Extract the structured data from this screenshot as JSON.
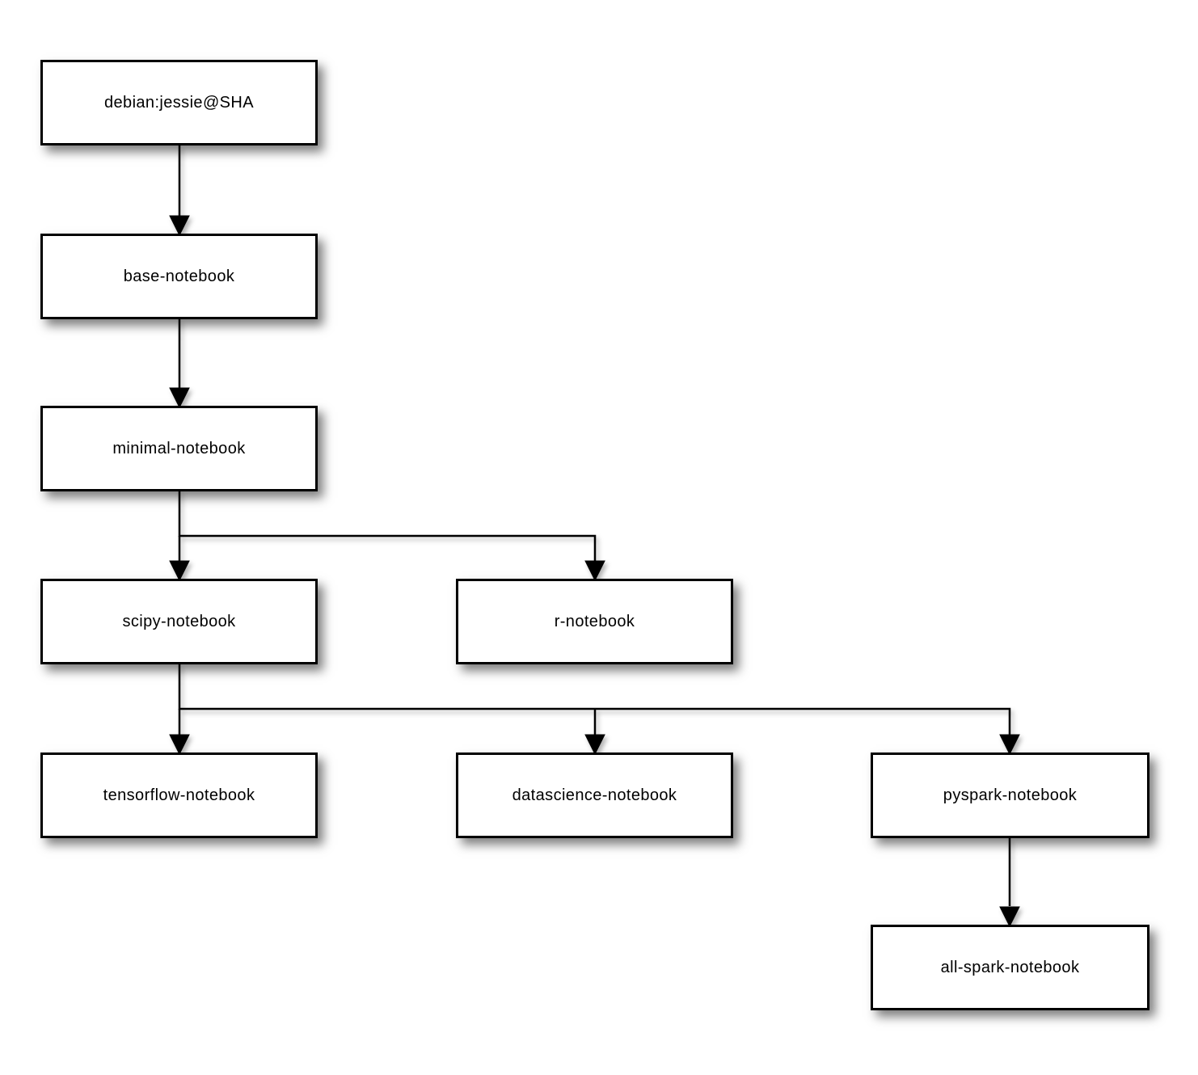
{
  "diagram": {
    "type": "tree",
    "background_color": "#ffffff",
    "node_fill_color": "#ffffff",
    "node_border_color": "#000000",
    "text_color": "#000000",
    "connector_color": "#000000",
    "nodes": [
      {
        "id": "debian-jessie",
        "label": "debian:jessie@SHA"
      },
      {
        "id": "base-notebook",
        "label": "base-notebook"
      },
      {
        "id": "minimal-notebook",
        "label": "minimal-notebook"
      },
      {
        "id": "scipy-notebook",
        "label": "scipy-notebook"
      },
      {
        "id": "r-notebook",
        "label": "r-notebook"
      },
      {
        "id": "tensorflow-notebook",
        "label": "tensorflow-notebook"
      },
      {
        "id": "datascience-notebook",
        "label": "datascience-notebook"
      },
      {
        "id": "pyspark-notebook",
        "label": "pyspark-notebook"
      },
      {
        "id": "all-spark-notebook",
        "label": "all-spark-notebook"
      }
    ],
    "edges": [
      {
        "from": "debian-jessie",
        "to": "base-notebook"
      },
      {
        "from": "base-notebook",
        "to": "minimal-notebook"
      },
      {
        "from": "minimal-notebook",
        "to": "scipy-notebook"
      },
      {
        "from": "minimal-notebook",
        "to": "r-notebook"
      },
      {
        "from": "scipy-notebook",
        "to": "tensorflow-notebook"
      },
      {
        "from": "scipy-notebook",
        "to": "datascience-notebook"
      },
      {
        "from": "scipy-notebook",
        "to": "pyspark-notebook"
      },
      {
        "from": "pyspark-notebook",
        "to": "all-spark-notebook"
      }
    ]
  }
}
